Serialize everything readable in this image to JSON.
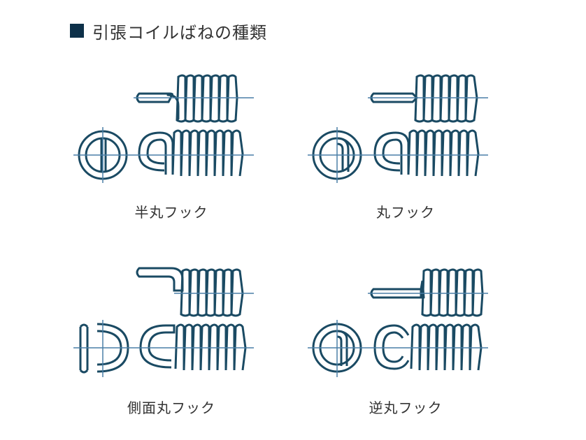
{
  "title": "引張コイルばねの種類",
  "colors": {
    "stroke": "#1a4a63",
    "axis": "#4a7fa7",
    "square": "#0d3049"
  },
  "panels": [
    {
      "id": "half-round",
      "caption": "半丸フック"
    },
    {
      "id": "round",
      "caption": "丸フック"
    },
    {
      "id": "side-round",
      "caption": "側面丸フック"
    },
    {
      "id": "reverse-round",
      "caption": "逆丸フック"
    }
  ]
}
